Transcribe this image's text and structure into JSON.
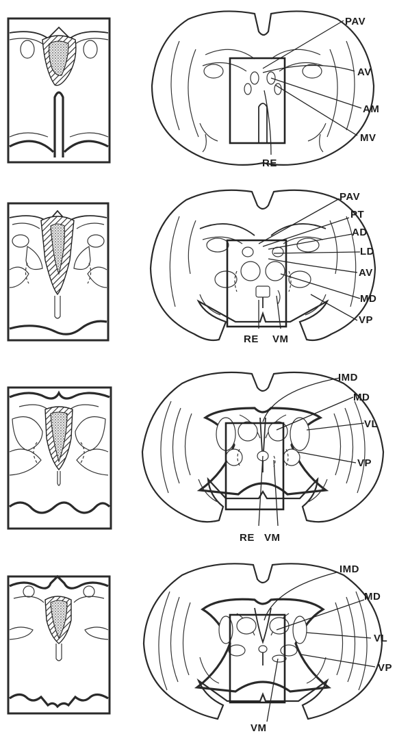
{
  "panels": [
    {
      "labels": {
        "pav": "PAV",
        "av": "AV",
        "am": "AM",
        "mv": "MV",
        "re": "RE"
      }
    },
    {
      "labels": {
        "pav": "PAV",
        "pt": "PT",
        "ad": "AD",
        "ld": "LD",
        "av": "AV",
        "md": "MD",
        "vp": "VP",
        "re": "RE",
        "vm": "VM"
      }
    },
    {
      "labels": {
        "imd": "IMD",
        "md": "MD",
        "vl": "VL",
        "vp": "VP",
        "re": "RE",
        "vm": "VM"
      }
    },
    {
      "labels": {
        "imd": "IMD",
        "md": "MD",
        "vl": "VL",
        "vp": "VP",
        "vm": "VM"
      }
    }
  ]
}
